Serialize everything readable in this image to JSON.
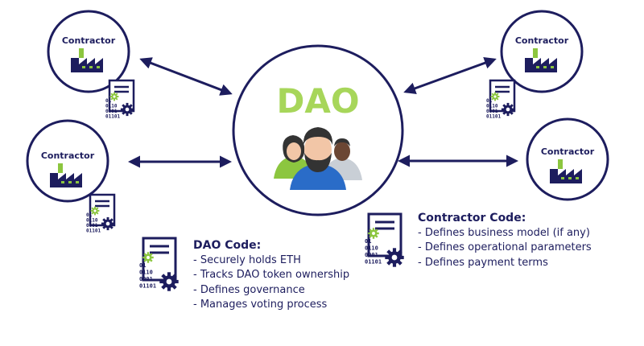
{
  "colors": {
    "navy": "#1d1d5e",
    "green": "#8cc63f",
    "lightGreen": "#b4dd6a",
    "dao_text": "#a7d65a",
    "blue_shirt": "#2a6cc8",
    "skin_light": "#f2c6a7",
    "skin_dark": "#6b4633",
    "hair": "#333333"
  },
  "dao": {
    "label": "DAO",
    "icon": "people-group-icon"
  },
  "contractors": [
    {
      "label": "Contractor",
      "icon": "factory-icon",
      "doc_icon": "code-document-icon"
    },
    {
      "label": "Contractor",
      "icon": "factory-icon",
      "doc_icon": "code-document-icon"
    },
    {
      "label": "Contractor",
      "icon": "factory-icon",
      "doc_icon": "code-document-icon"
    },
    {
      "label": "Contractor",
      "icon": "factory-icon",
      "doc_icon": null
    }
  ],
  "code_lines": [
    "01",
    "0110",
    "0001",
    "01101"
  ],
  "dao_code": {
    "title": "DAO Code:",
    "items": [
      "- Securely holds ETH",
      "- Tracks DAO token ownership",
      "- Defines governance",
      "- Manages voting process"
    ]
  },
  "contractor_code": {
    "title": "Contractor Code:",
    "items": [
      "- Defines business model (if any)",
      "- Defines operational parameters",
      "- Defines payment terms"
    ]
  }
}
